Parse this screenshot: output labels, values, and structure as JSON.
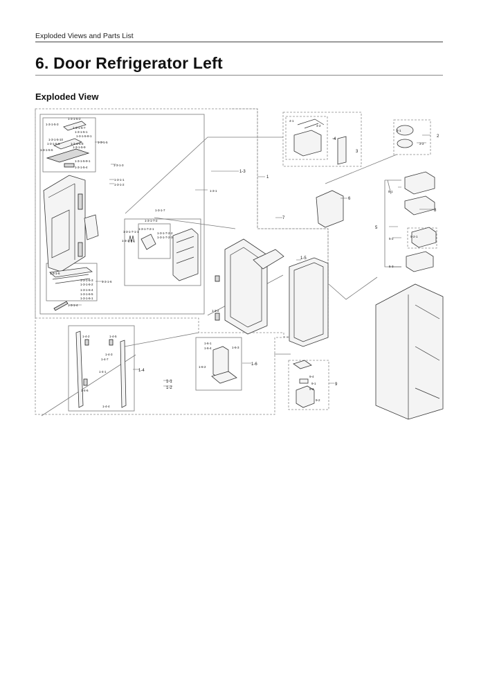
{
  "header": {
    "running_title": "Exploded Views and Parts List",
    "chapter_title": "6.  Door Refrigerator Left",
    "section_title": "Exploded View"
  },
  "callouts": {
    "c_1": "1",
    "c_1_1": "1-1",
    "c_1_2": "1-2",
    "c_1_3": "1-3",
    "c_1_3_1": "1-3-1",
    "c_1_3_1_1": "1-3-1-1",
    "c_1_3_1_2": "1-3-1-2",
    "c_1_3_1_3": "1-3-1-3",
    "c_1_3_1_4": "1-3-1-4",
    "c_1_3_1_5": "1-3-1-5",
    "c_1_3_1_5_1": "1-3-1-5-1",
    "c_1_3_1_5_2": "1-3-1-5-2",
    "c_1_3_1_5_3": "1-3-1-5-3",
    "c_1_3_1_5_4": "1-3-1-5-4",
    "c_1_3_1_5_5": "1-3-1-5-5",
    "c_1_3_1_5_6": "1-3-1-5-6",
    "c_1_3_1_5_7": "1-3-1-5-7",
    "c_1_3_1_5_8": "1-3-1-5-8",
    "c_1_3_1_5_8_1": "1-3-1-5-8-1",
    "c_1_3_1_5_9": "1-3-1-5-9",
    "c_1_3_1_5_9_1": "1-3-1-5-9-1",
    "c_1_3_1_5_10": "1-3-1-5-10",
    "c_1_3_1_6": "1-3-1-6",
    "c_1_3_1_6_1": "1-3-1-6-1",
    "c_1_3_1_6_2": "1-3-1-6-2",
    "c_1_3_1_6_3": "1-3-1-6-3",
    "c_1_3_1_6_4": "1-3-1-6-4",
    "c_1_3_1_6_5": "1-3-1-6-5",
    "c_1_3_1_7": "1-3-1-7",
    "c_1_3_1_7_1": "1-3-1-7-1",
    "c_1_3_1_7_1_1": "1-3-1-7-1-1",
    "c_1_3_1_7_2": "1-3-1-7-2",
    "c_1_3_1_7_2_1": "1-3-1-7-2-1",
    "c_1_3_1_7_2_2": "1-3-1-7-2-2",
    "c_1_3_1_7_2_3": "1-3-1-7-2-3",
    "c_1_3_2": "1-3-2",
    "c_1_4": "1-4",
    "c_1_4_1": "1-4-1",
    "c_1_4_2": "1-4-2",
    "c_1_4_3": "1-4-3",
    "c_1_4_4": "1-4-4",
    "c_1_4_5": "1-4-5",
    "c_1_4_6": "1-4-6",
    "c_1_4_7": "1-4-7",
    "c_1_5": "1-5",
    "c_1_6": "1-6",
    "c_1_6_1": "1-6-1",
    "c_1_6_2": "1-6-2",
    "c_1_6_3": "1-6-3",
    "c_1_6_4": "1-6-4",
    "c_2": "2",
    "c_2_1": "2-1",
    "c_2_2": "2-2",
    "c_3": "3",
    "c_4": "4",
    "c_4_1": "4-1",
    "c_4_2": "4-2",
    "c_5": "5",
    "c_5_1": "5-1",
    "c_5_2": "5-2",
    "c_5_2_1": "5-2-1",
    "c_5_3": "5-3",
    "c_6": "6",
    "c_7": "7",
    "c_8": "8",
    "c_9": "9",
    "c_9_1": "9-1",
    "c_9_2": "9-2",
    "c_9_3": "9-3",
    "c_9_4": "9-4"
  }
}
